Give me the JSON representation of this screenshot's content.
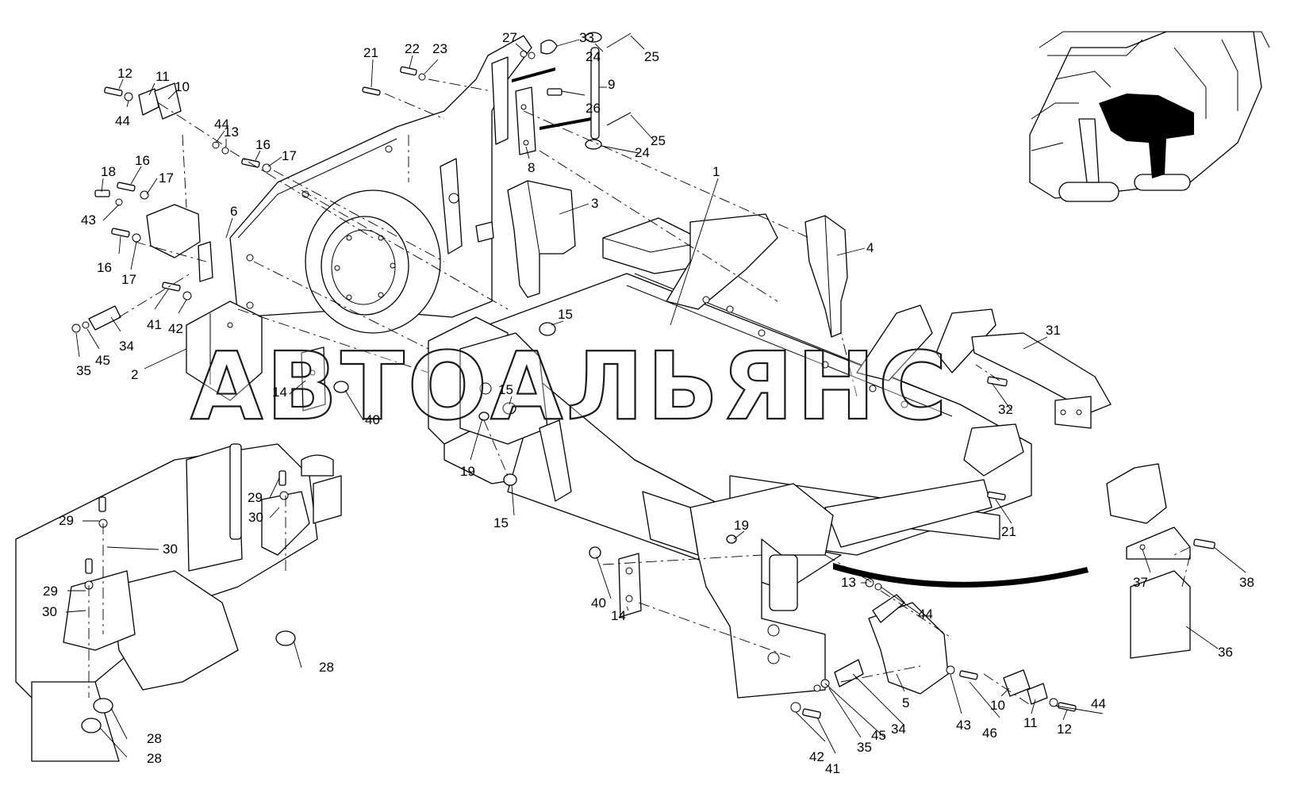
{
  "watermark": "АВТОАЛЬЯНС",
  "callouts": [
    "1",
    "2",
    "3",
    "4",
    "5",
    "6",
    "8",
    "9",
    "10",
    "10",
    "11",
    "11",
    "12",
    "12",
    "13",
    "13",
    "14",
    "14",
    "15",
    "15",
    "15",
    "16",
    "16",
    "16",
    "17",
    "17",
    "17",
    "18",
    "19",
    "19",
    "21",
    "21",
    "22",
    "23",
    "24",
    "24",
    "25",
    "25",
    "26",
    "27",
    "28",
    "28",
    "28",
    "29",
    "29",
    "29",
    "30",
    "30",
    "30",
    "31",
    "32",
    "33",
    "34",
    "34",
    "35",
    "35",
    "36",
    "37",
    "38",
    "40",
    "40",
    "41",
    "41",
    "42",
    "42",
    "43",
    "43",
    "44",
    "44",
    "44",
    "44",
    "45",
    "45",
    "46"
  ]
}
